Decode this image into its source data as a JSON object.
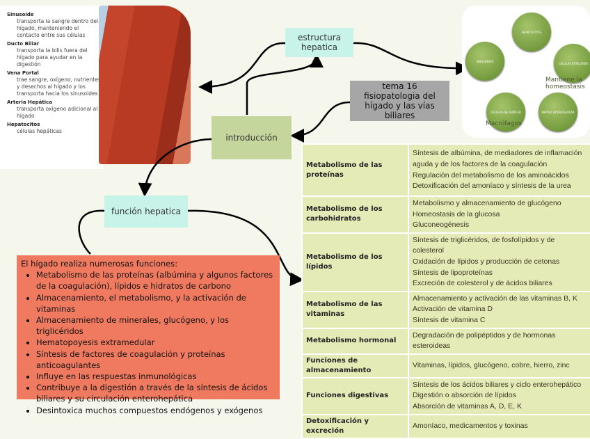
{
  "anatomy_labels": [
    {
      "title": "Sinusoide",
      "desc": "transporta la sangre dentro del hígado, manteniendo el contacto entre sus células"
    },
    {
      "title": "Ducto Biliar",
      "desc": "transporta la bilis fuera del hígado para ayudar en la digestión"
    },
    {
      "title": "Vena Portal",
      "desc": "trae sangre, oxígeno, nutrientes y desechos al hígado y los transporta hacia los sinusoides"
    },
    {
      "title": "Arteria Hepática",
      "desc": "transporta oxígeno adicional al hígado"
    },
    {
      "title": "Hepatocitos",
      "desc": "células hepáticas"
    }
  ],
  "nodes": {
    "estructura": "estructura hepatica",
    "tema": "tema 16 fisiopatologia del hígado y las vías biliares",
    "introduccion": "introducción",
    "funcion": "función hepatica"
  },
  "cycle": {
    "circles": [
      "HEPATOCITOS",
      "CELULAS ESTELARES",
      "MATRIZ EXTRACELULAR",
      "CELULAS DE KUPFFER",
      "SINUSOIDES"
    ],
    "note1": "Mantiene la homeostasis",
    "note2": "Macrófagos"
  },
  "functions_intro": "El hígado realiza numerosas funciones:",
  "functions": [
    "Metabolismo de las proteínas (albúmina y algunos factores de la coagulación), lípidos e hidratos de carbono",
    "Almacenamiento, el metabolismo, y la activación de vitaminas",
    "Almacenamiento de minerales, glucógeno, y los triglicéridos",
    "Hematopoyesis extramedular",
    "Síntesis de factores de coagulación y proteínas anticoagulantes",
    "Influye en las respuestas inmunológicas",
    "Contribuye a la digestión a través de la síntesis de ácidos biliares y su circulación enterohepática",
    "Desintoxica muchos compuestos endógenos y exógenos"
  ],
  "table": [
    {
      "h": "Metabolismo de las proteínas",
      "c": [
        "Síntesis de albúmina, de mediadores de inflamación aguda y de los factores de la coagulación",
        "Regulación del metabolismo de los aminoácidos",
        "Detoxificación del amoníaco y síntesis de la urea"
      ]
    },
    {
      "h": "Metabolismo de los carbohidratos",
      "c": [
        "Metabolismo y almacenamiento de glucógeno",
        "Homeostasis de la glucosa",
        "Gluconeogénesis"
      ]
    },
    {
      "h": "Metabolismo de los lípidos",
      "c": [
        "Síntesis de triglicéridos, de fosfolípidos y de colesterol",
        "Oxidación de lípidos y producción de cetonas",
        "Síntesis de lipoproteínas",
        "Excreción de colesterol y de ácidos biliares"
      ]
    },
    {
      "h": "Metabolismo de las vitaminas",
      "c": [
        "Almacenamiento y activación de las vitaminas B, K",
        "Activación de vitamina D",
        "Síntesis de vitamina C"
      ]
    },
    {
      "h": "Metabolismo hormonal",
      "c": [
        "Degradación de polipéptidos y de hormonas esteroideas"
      ]
    },
    {
      "h": "Funciones de almacenamiento",
      "c": [
        "Vitaminas, lípidos, glucógeno, cobre, hierro, zinc"
      ]
    },
    {
      "h": "Funciones digestivas",
      "c": [
        "Síntesis de los ácidos biliares y ciclo enterohepático",
        "Digestión o absorción de lípidos",
        "Absorción de vitaminas A, D, E, K"
      ]
    },
    {
      "h": "Detoxificación y excreción",
      "c": [
        "Amoníaco, medicamentos y toxinas"
      ]
    }
  ]
}
